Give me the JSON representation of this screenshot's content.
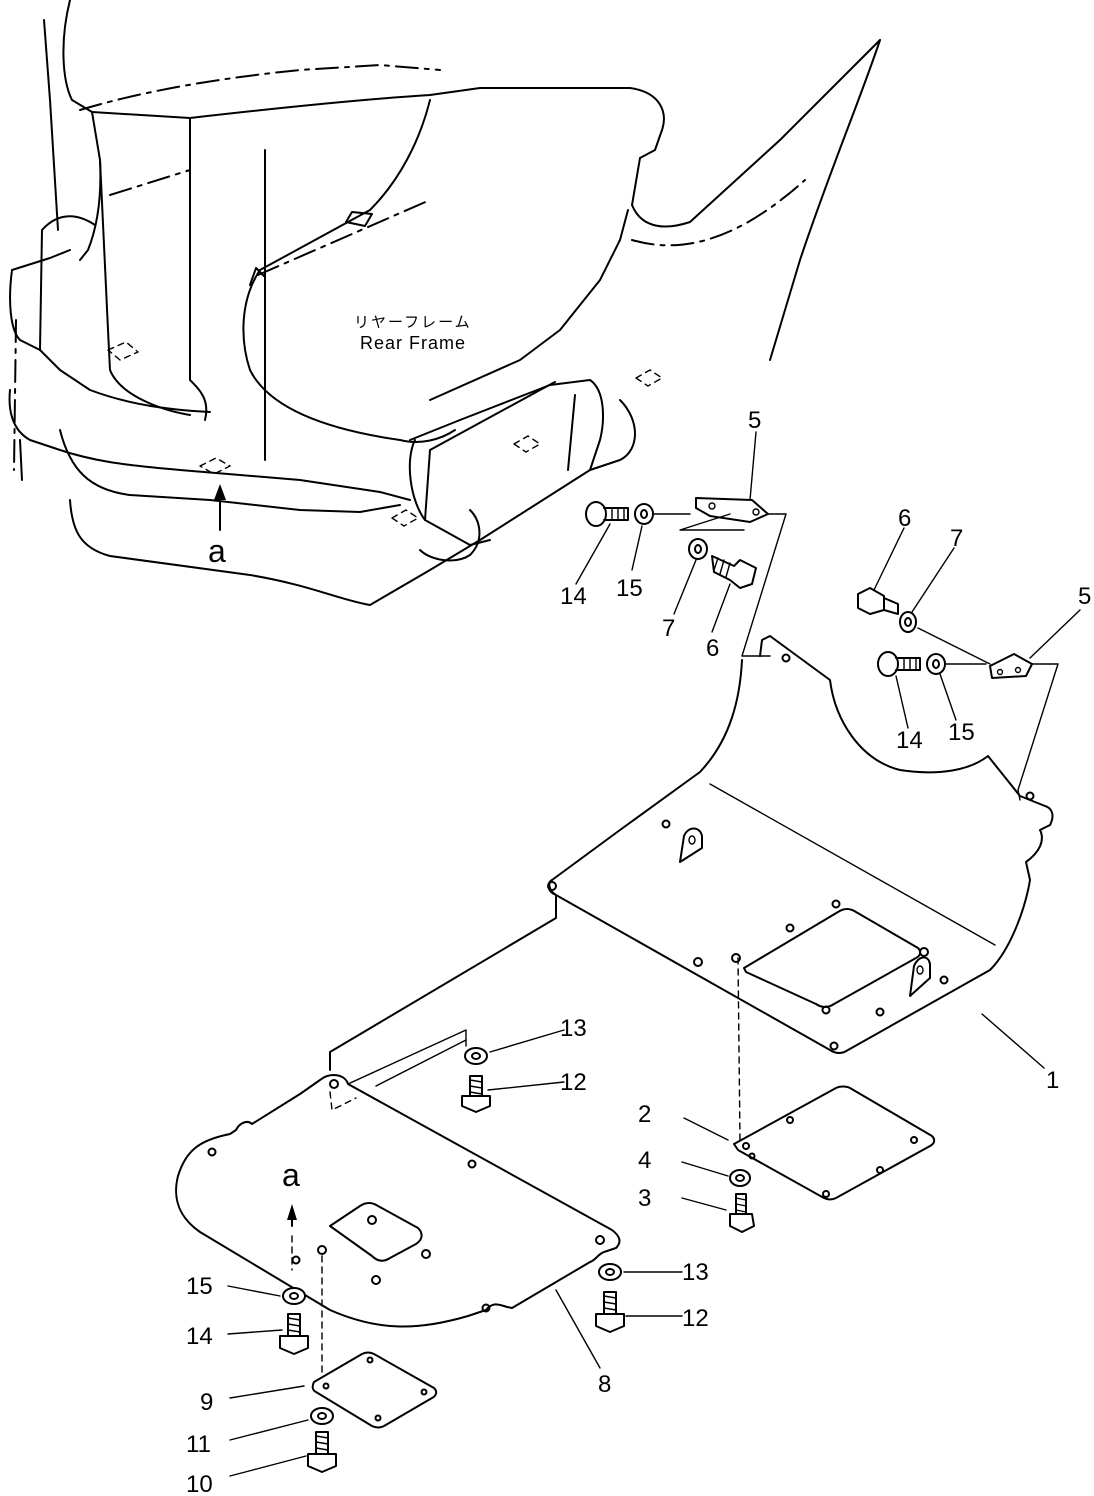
{
  "frame_label": {
    "japanese": "リヤーフレーム",
    "english": "Rear Frame"
  },
  "view_marker": "a",
  "callouts": {
    "p1": "1",
    "p2": "2",
    "p3": "3",
    "p4": "4",
    "p5a": "5",
    "p5b": "5",
    "p6a": "6",
    "p6b": "6",
    "p7a": "7",
    "p7b": "7",
    "p8": "8",
    "p9": "9",
    "p10": "10",
    "p11": "11",
    "p12a": "12",
    "p12b": "12",
    "p13a": "13",
    "p13b": "13",
    "p14a": "14",
    "p14b": "14",
    "p14c": "14",
    "p15a": "15",
    "p15b": "15",
    "p15c": "15"
  }
}
